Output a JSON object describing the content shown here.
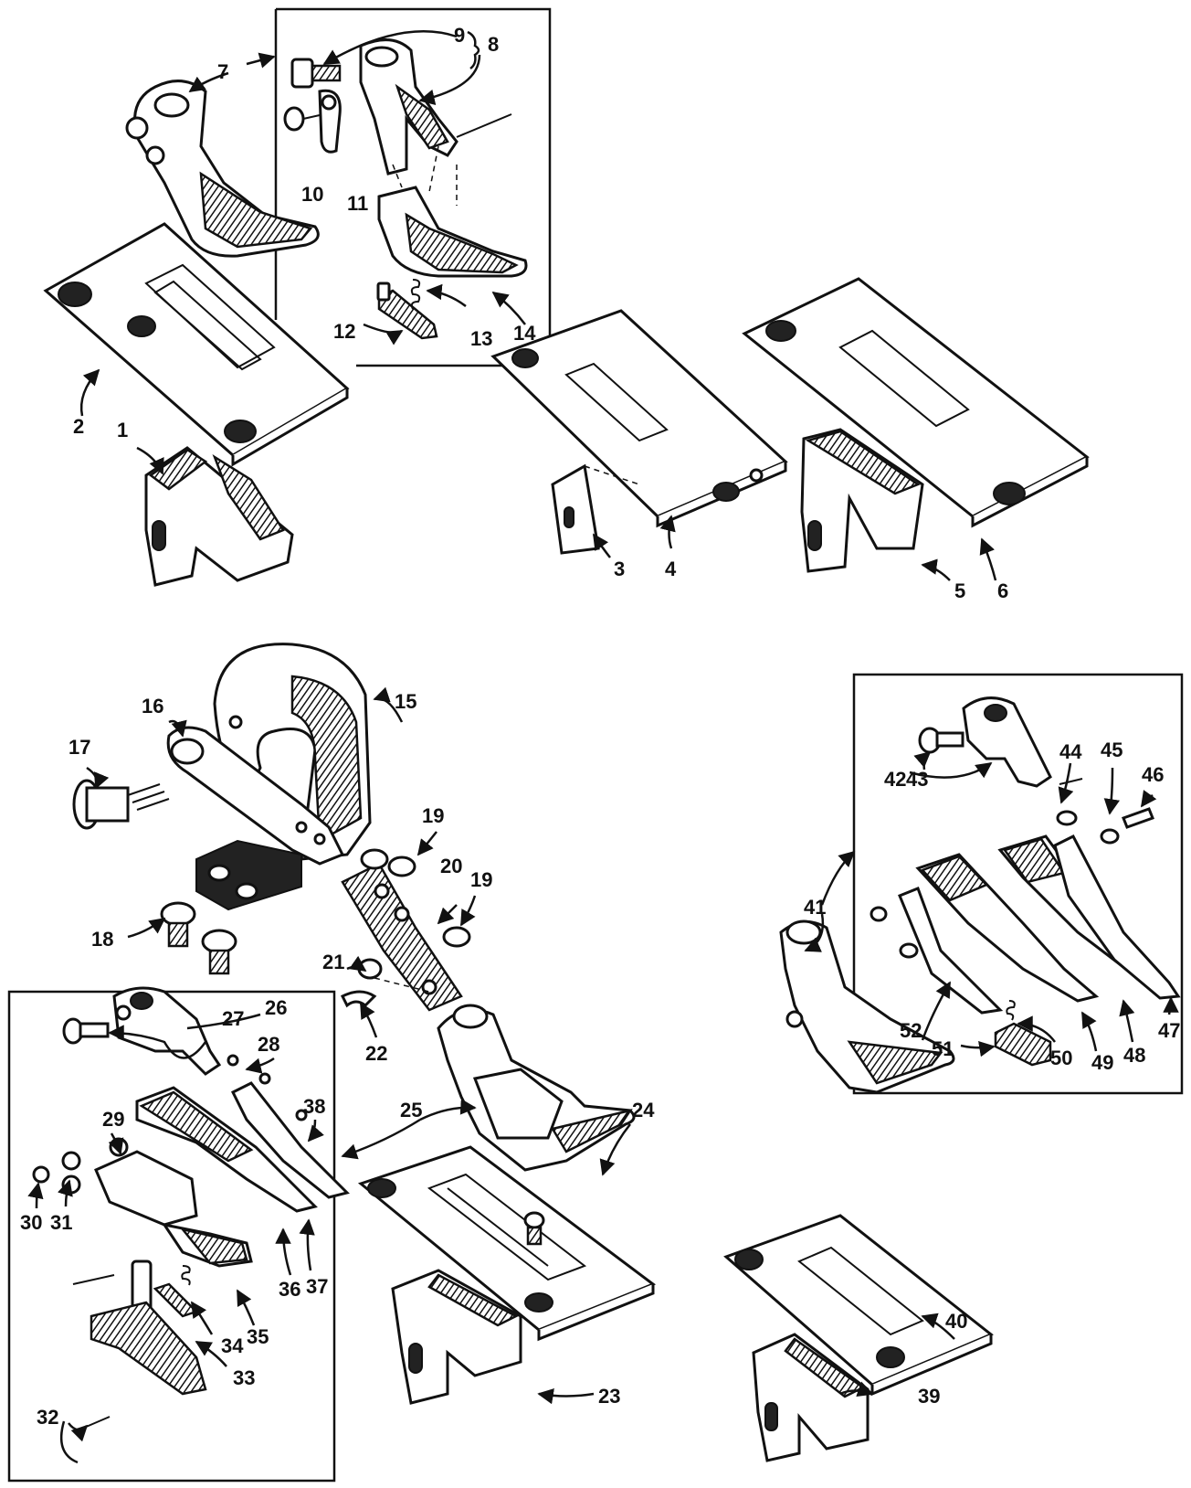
{
  "callouts": [
    "1",
    "2",
    "3",
    "4",
    "5",
    "6",
    "7",
    "8",
    "9",
    "10",
    "11",
    "12",
    "13",
    "14",
    "15",
    "16",
    "17",
    "18",
    "19",
    "19",
    "20",
    "21",
    "22",
    "23",
    "24",
    "25",
    "26",
    "27",
    "28",
    "29",
    "30",
    "31",
    "32",
    "33",
    "34",
    "35",
    "36",
    "37",
    "38",
    "39",
    "40",
    "41",
    "42",
    "43",
    "44",
    "45",
    "46",
    "47",
    "48",
    "49",
    "50",
    "51",
    "52"
  ],
  "colors": {
    "ink": "#111111",
    "paper": "#ffffff"
  }
}
